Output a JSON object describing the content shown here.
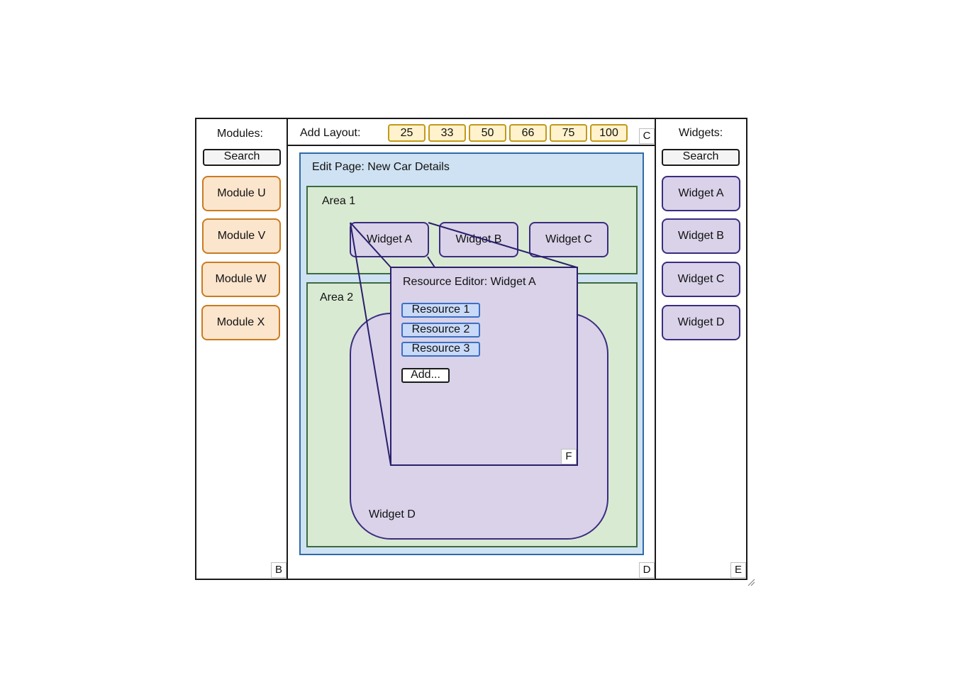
{
  "modules_panel": {
    "heading": "Modules:",
    "search_label": "Search",
    "items": [
      "Module U",
      "Module V",
      "Module W",
      "Module X"
    ],
    "corner_label": "B"
  },
  "toolbar": {
    "add_layout_label": "Add Layout:",
    "layout_options": [
      "25",
      "33",
      "50",
      "66",
      "75",
      "100"
    ],
    "corner_label": "C"
  },
  "editor": {
    "page_title": "Edit Page: New Car Details",
    "area1": {
      "label": "Area 1",
      "widgets": [
        "Widget A",
        "Widget B",
        "Widget C"
      ]
    },
    "area2": {
      "label": "Area 2",
      "widget_label": "Widget D"
    },
    "corner_label": "D"
  },
  "resource_editor": {
    "title": "Resource Editor: Widget A",
    "resources": [
      "Resource 1",
      "Resource 2",
      "Resource 3"
    ],
    "add_label": "Add...",
    "corner_label": "F"
  },
  "widgets_panel": {
    "heading": "Widgets:",
    "search_label": "Search",
    "items": [
      "Widget A",
      "Widget B",
      "Widget C",
      "Widget D"
    ],
    "corner_label": "E"
  },
  "colors": {
    "module_fill": "#fce5cd",
    "module_border": "#c97b20",
    "widget_fill": "#d9d2e9",
    "widget_border": "#3b2c80",
    "layout_fill": "#fff2cc",
    "page_fill": "#cfe2f3",
    "area_fill": "#d9ead3",
    "resource_fill": "#c9daf8"
  }
}
